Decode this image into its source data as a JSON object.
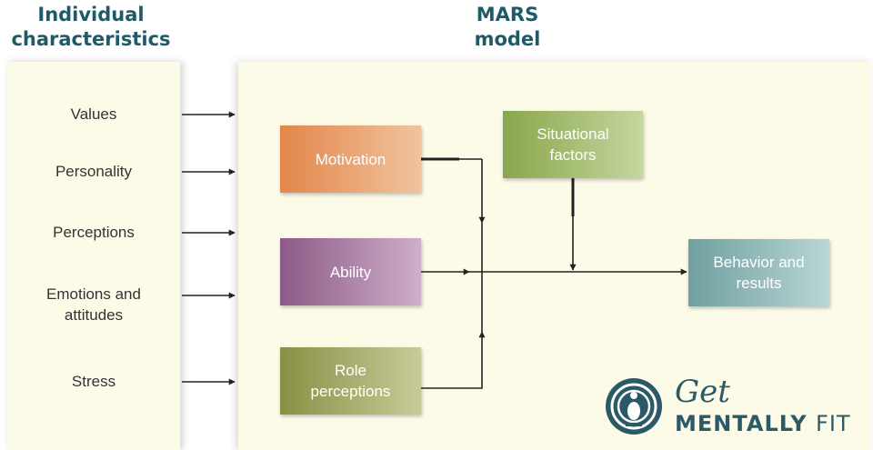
{
  "headers": {
    "individual": [
      "Individual",
      "characteristics"
    ],
    "mars": [
      "MARS",
      "model"
    ]
  },
  "characteristics": [
    "Values",
    "Personality",
    "Perceptions",
    "Emotions and attitudes",
    "Stress"
  ],
  "characteristics_lines": {
    "emotions": [
      "Emotions and",
      "attitudes"
    ]
  },
  "boxes": {
    "motivation": "Motivation",
    "ability": "Ability",
    "role": [
      "Role",
      "perceptions"
    ],
    "situational": [
      "Situational",
      "factors"
    ],
    "behavior": [
      "Behavior and",
      "results"
    ]
  },
  "logo": {
    "get": "Get",
    "mentally": "MENTALLY",
    "fit": "FIT"
  },
  "colors": {
    "header": "#1f5a67",
    "panel": "#fcfbe8",
    "motivation": "#e3864a",
    "ability": "#8c5a86",
    "role": "#8a8f45",
    "situational": "#8aa64c",
    "behavior": "#6fa0a0",
    "logo": "#2b5a66"
  },
  "icons": [
    "arrow-right-icon",
    "arrow-down-icon",
    "arrow-up-icon",
    "brand-logo-icon"
  ]
}
